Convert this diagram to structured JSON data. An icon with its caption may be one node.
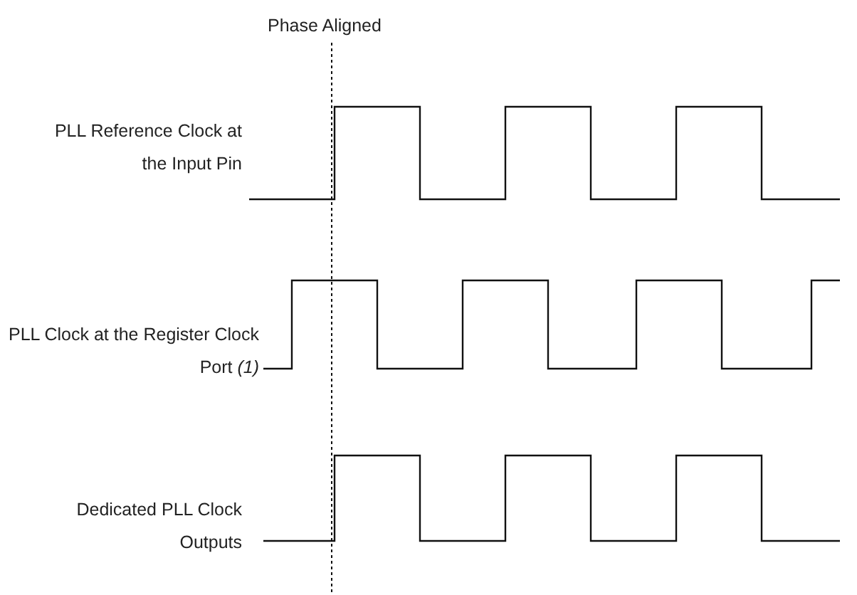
{
  "diagram": {
    "labels": [
      "Phase Aligned",
      "PLL Reference Clock at the Input Pin",
      "PLL Clock at the Register Clock Port *(1)*",
      "Dedicated PLL Clock Outputs"
    ]
  }
}
